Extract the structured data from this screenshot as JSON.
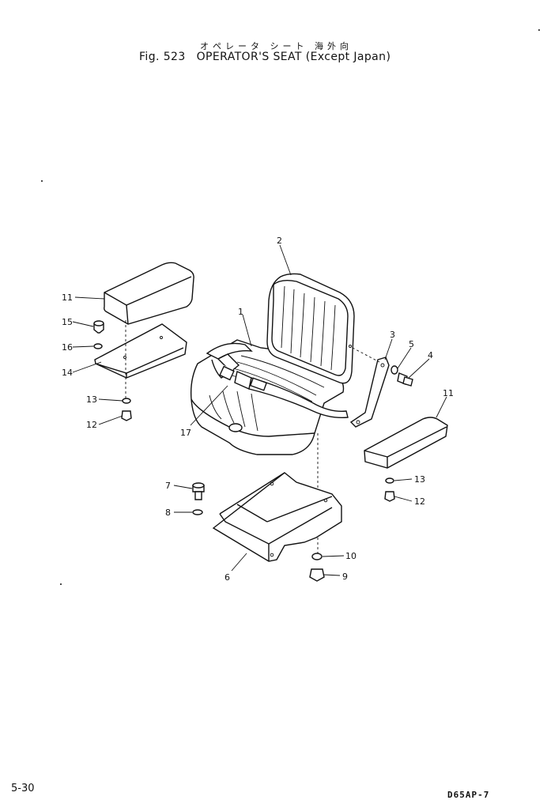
{
  "header": {
    "japanese_title": "オペレータ シート 海外向",
    "figure_number": "Fig. 523",
    "figure_title": "OPERATOR'S SEAT (Except Japan)"
  },
  "footer": {
    "page_number": "5-30",
    "model_code": "D65AP-7"
  },
  "callouts": {
    "c1": "1",
    "c2": "2",
    "c3": "3",
    "c4": "4",
    "c5": "5",
    "c6": "6",
    "c7": "7",
    "c8": "8",
    "c9": "9",
    "c10": "10",
    "c11a": "11",
    "c11b": "11",
    "c12a": "12",
    "c12b": "12",
    "c13a": "13",
    "c13b": "13",
    "c14": "14",
    "c15": "15",
    "c16": "16",
    "c17": "17"
  }
}
